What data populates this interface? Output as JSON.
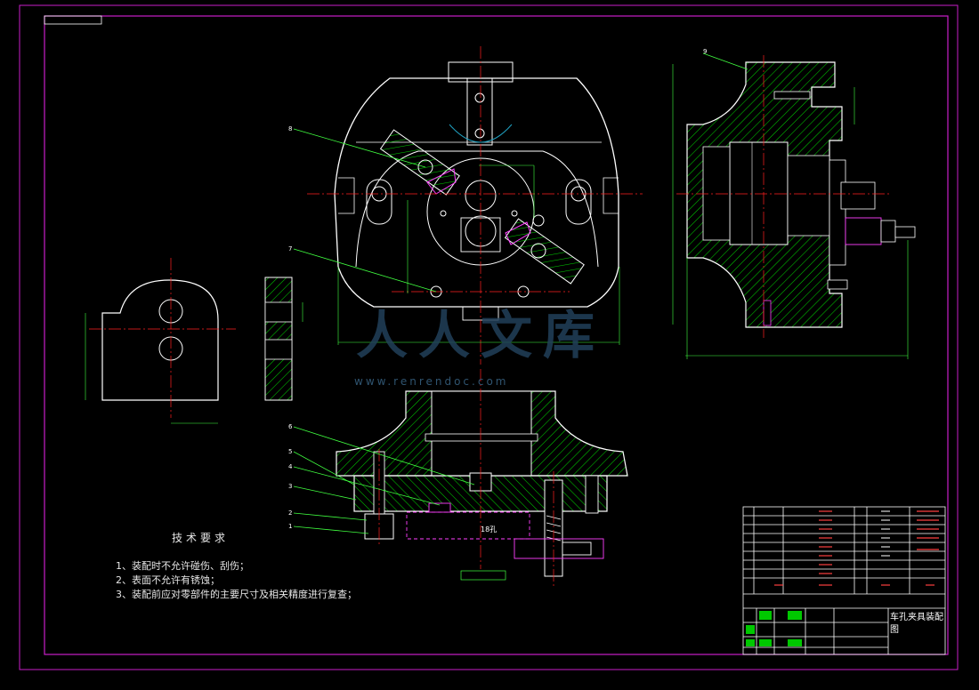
{
  "drawing": {
    "title_block_name": "车孔夹具装配图",
    "watermark_text": "人人文库",
    "watermark_url": "www.renrendoc.com",
    "balloon_labels": [
      "8",
      "7",
      "9",
      "6",
      "5",
      "4",
      "3",
      "2",
      "1"
    ],
    "note_18": "18孔"
  },
  "technical_requirements": {
    "heading": "技术要求",
    "items": [
      "1、装配时不允许碰伤、刮伤；",
      "2、表面不允许有锈蚀；",
      "3、装配前应对零部件的主要尺寸及相关精度进行复查；"
    ]
  },
  "colors": {
    "border": "#c81ec8",
    "outline": "#ffffff",
    "hatch": "#00c800",
    "center": "#ff2020",
    "leader": "#40ff40",
    "dim": "#40ff40",
    "hidden": "#ff40ff",
    "watermark": "#22405a"
  }
}
